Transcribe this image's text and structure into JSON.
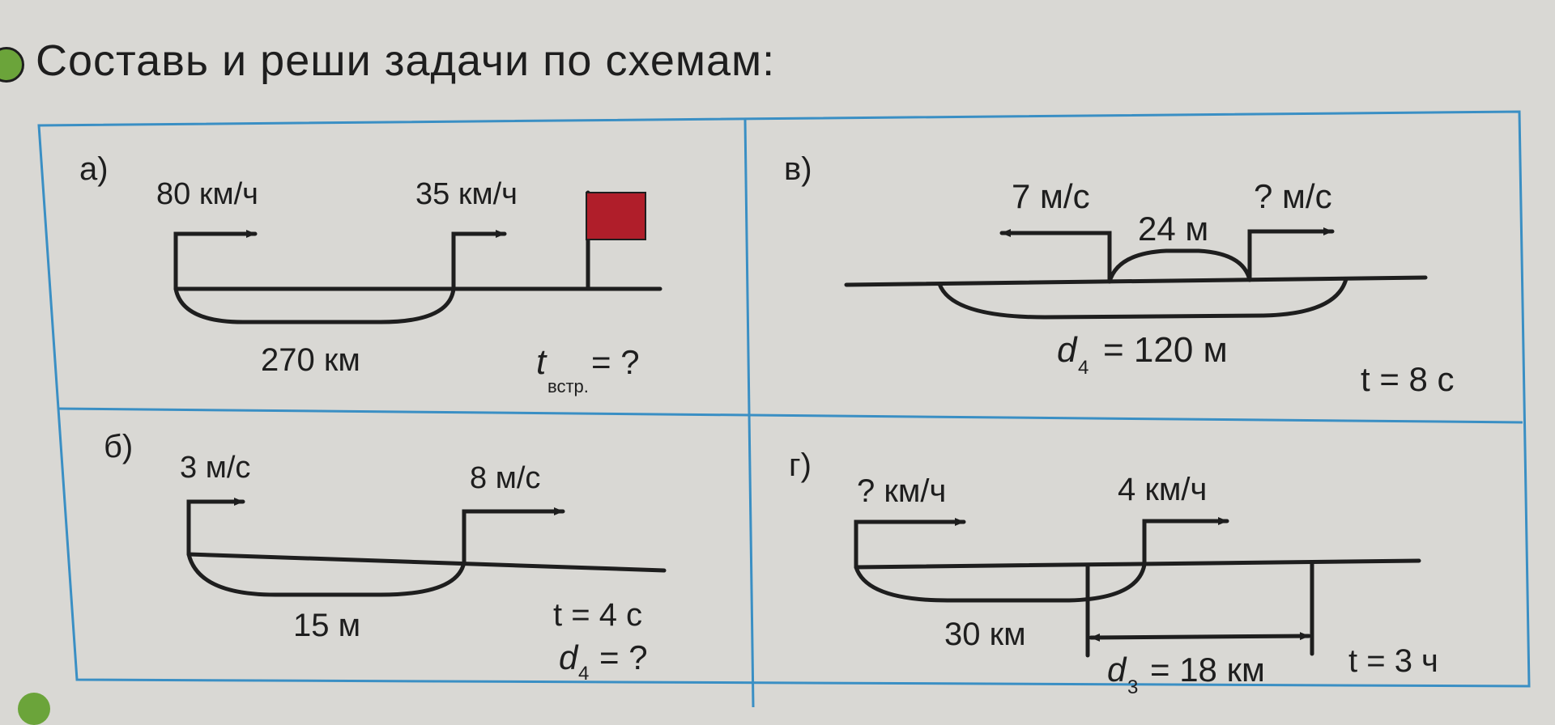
{
  "heading": "Составь и реши задачи по схемам:",
  "colors": {
    "frame": "#3a8fc4",
    "line": "#1e1e1e",
    "flag": "#b01e2a",
    "badge": "#6ba43a",
    "paper": "#d9d8d4"
  },
  "panels": {
    "a": {
      "label": "а)",
      "speed_left": "80 км/ч",
      "speed_right": "35 км/ч",
      "distance": "270 км",
      "question_t": "t",
      "question_sub": "встр.",
      "question_rest": "= ?"
    },
    "b": {
      "label": "б)",
      "speed_left": "3 м/с",
      "speed_right": "8 м/с",
      "distance": "15 м",
      "time": "t = 4 с",
      "question_d": "d",
      "question_sub": "4",
      "question_rest": "= ?"
    },
    "v": {
      "label": "в)",
      "speed_left": "7 м/с",
      "speed_right": "? м/с",
      "gap": "24 м",
      "final_d": "d",
      "final_sub": "4",
      "final_rest": "= 120 м",
      "time": "t = 8 с"
    },
    "g": {
      "label": "г)",
      "speed_left": "? км/ч",
      "speed_right": "4 км/ч",
      "distance": "30 км",
      "final_d": "d",
      "final_sub": "3",
      "final_rest": "= 18 км",
      "time": "t = 3 ч"
    }
  }
}
